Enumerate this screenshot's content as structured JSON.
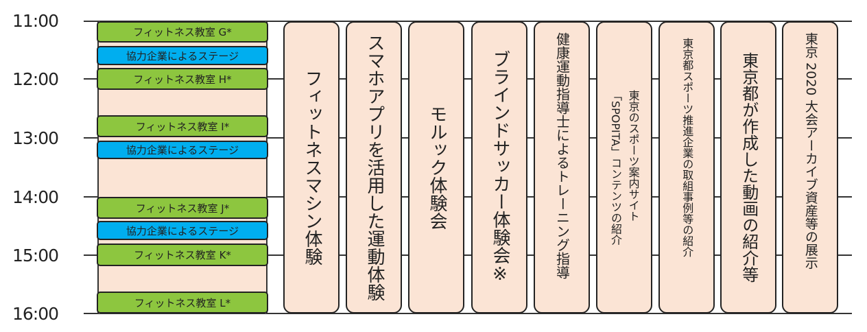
{
  "times": [
    "11:00",
    "12:00",
    "13:00",
    "14:00",
    "15:00",
    "16:00"
  ],
  "colors": {
    "fitness": "#8dc63f",
    "stage": "#00aeef",
    "activity": "#fbe4d5"
  },
  "schedule": [
    {
      "label": "フィットネス教室 G*",
      "type": "fitness"
    },
    {
      "label": "協力企業によるステージ",
      "type": "stage"
    },
    {
      "label": "フィットネス教室 H*",
      "type": "fitness"
    },
    {
      "label": "フィットネス教室 I*",
      "type": "fitness"
    },
    {
      "label": "協力企業によるステージ",
      "type": "stage"
    },
    {
      "label": "フィットネス教室 J*",
      "type": "fitness"
    },
    {
      "label": "協力企業によるステージ",
      "type": "stage"
    },
    {
      "label": "フィットネス教室 K*",
      "type": "fitness"
    },
    {
      "label": "フィットネス教室 L*",
      "type": "fitness"
    }
  ],
  "activities": [
    "フィットネスマシン体験",
    "スマホアプリを活用した運動体験",
    "モルック体験会",
    "ブラインドサッカー体験会※",
    "健康運動指導士によるトレーニング指導",
    "東京のスポーツ案内サイト\n「SPOPITA」コンテンツの紹介",
    "東京都スポーツ推進企業の取組事例等の紹介",
    "東京都が作成した動画の紹介等",
    "東京 2020 大会アーカイブ資産等の展示"
  ]
}
